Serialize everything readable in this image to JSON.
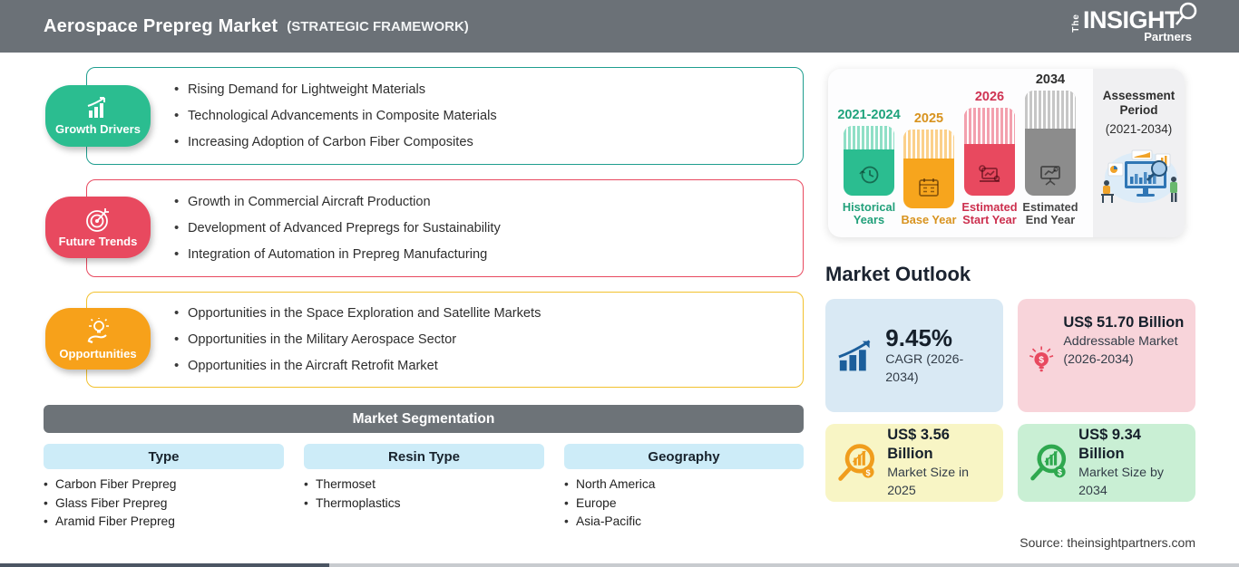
{
  "header": {
    "title": "Aerospace Prepreg Market",
    "subtitle": "(STRATEGIC FRAMEWORK)",
    "logo": {
      "the": "The",
      "insight": "INSIGHT",
      "partners": "Partners"
    }
  },
  "sections": [
    {
      "label": "Growth Drivers",
      "color": "#2bbd90",
      "items": [
        "Rising Demand for Lightweight Materials",
        "Technological Advancements in Composite Materials",
        "Increasing Adoption of Carbon Fiber Composites"
      ]
    },
    {
      "label": "Future Trends",
      "color": "#e8495f",
      "items": [
        "Growth in Commercial Aircraft Production",
        "Development of Advanced Prepregs for Sustainability",
        "Integration of Automation in Prepreg Manufacturing"
      ]
    },
    {
      "label": "Opportunities",
      "color": "#f7a11a",
      "items": [
        "Opportunities in the Space Exploration and Satellite Markets",
        "Opportunities in the Military Aerospace Sector",
        "Opportunities in the Aircraft Retrofit Market"
      ]
    }
  ],
  "segmentation": {
    "title": "Market Segmentation",
    "columns": [
      {
        "header": "Type",
        "items": [
          "Carbon Fiber Prepreg",
          "Glass Fiber Prepreg",
          "Aramid Fiber Prepreg"
        ]
      },
      {
        "header": "Resin Type",
        "items": [
          "Thermoset",
          "Thermoplastics"
        ]
      },
      {
        "header": "Geography",
        "items": [
          "North America",
          "Europe",
          "Asia-Pacific"
        ]
      }
    ]
  },
  "timeline": {
    "bars": [
      {
        "years": "2021-2024",
        "caption": "Historical Years",
        "color": "#2bbd90"
      },
      {
        "years": "2025",
        "caption": "Base Year",
        "color": "#f7a51d"
      },
      {
        "years": "2026",
        "caption": "Estimated Start Year",
        "color": "#e8495f"
      },
      {
        "years": "2034",
        "caption": "Estimated End Year",
        "color": "#8c8c8c"
      }
    ],
    "assessment": {
      "title": "Assessment Period",
      "range": "(2021-2034)"
    }
  },
  "outlook": {
    "title": "Market Outlook",
    "cards": [
      {
        "value": "9.45%",
        "caption": "CAGR (2026-2034)",
        "bg": "#d9e9f4",
        "icon_color": "#1b5e9b"
      },
      {
        "value": "US$ 51.70 Billion",
        "caption": "Addressable Market (2026-2034)",
        "bg": "#f8d4da",
        "icon_color": "#e8495f"
      },
      {
        "value": "US$ 3.56 Billion",
        "caption": "Market Size in 2025",
        "bg": "#f8f5c5",
        "icon_color": "#f09d1d"
      },
      {
        "value": "US$ 9.34 Billion",
        "caption": "Market Size by 2034",
        "bg": "#c9efd4",
        "icon_color": "#2fa84f"
      }
    ]
  },
  "source": "Source: theinsightpartners.com"
}
